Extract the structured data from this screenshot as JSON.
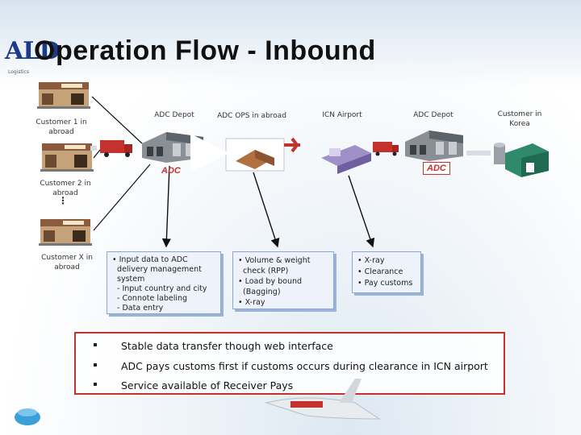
{
  "logo": {
    "text": "ALD",
    "subtitle": "Logistics"
  },
  "title": "Operation Flow - Inbound",
  "columns": {
    "adc_depot_1": "ADC Depot",
    "adc_ops_abroad": "ADC OPS in abroad",
    "icn_airport": "ICN Airport",
    "adc_depot_2": "ADC Depot",
    "customer_korea": "Customer in Korea"
  },
  "customers": {
    "c1": "Customer 1 in abroad",
    "c2": "Customer 2 in abroad",
    "cx": "Customer X in abroad",
    "ellipsis": "⋮"
  },
  "brand_badge": "ADC",
  "boxes": {
    "depot": [
      "• Input data to ADC",
      "  delivery management",
      "  system",
      "  - Input country and city",
      "  - Connote labeling",
      "  - Data entry"
    ],
    "ops": [
      "• Volume & weight",
      "  check (RPP)",
      "• Load by bound",
      "  (Bagging)",
      "• X-ray"
    ],
    "airport": [
      "• X-ray",
      "• Clearance",
      "• Pay customs"
    ]
  },
  "notes": [
    "Stable data transfer though web interface",
    "ADC pays customs first if customs occurs during clearance in ICN airport",
    "Service available of Receiver Pays"
  ],
  "colors": {
    "accent_red": "#c3322c",
    "box_border": "#8ea7d0",
    "brand_blue": "#1b3a8a"
  }
}
